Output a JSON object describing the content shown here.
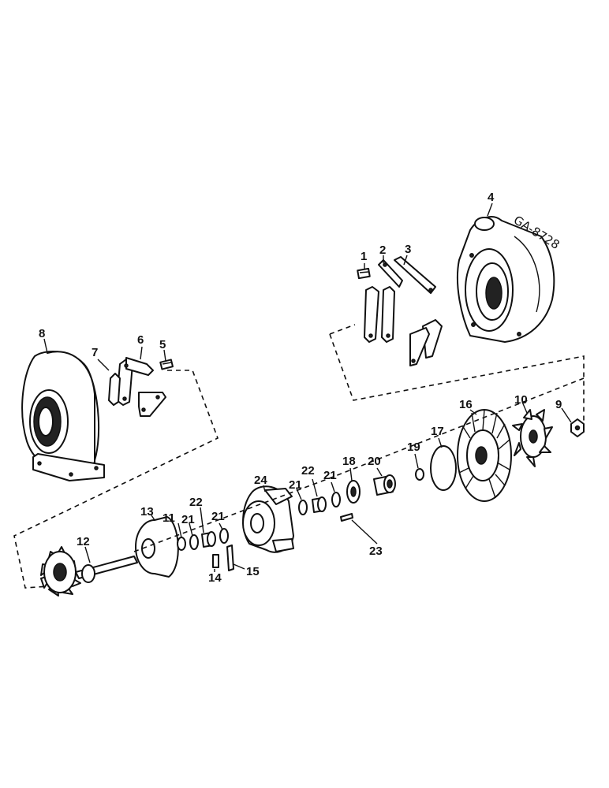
{
  "reference_code": "GA-8728",
  "callouts": {
    "c1": "1",
    "c2": "2",
    "c3": "3",
    "c4": "4",
    "c5": "5",
    "c6": "6",
    "c7": "7",
    "c8": "8",
    "c9": "9",
    "c10": "10",
    "c11": "11",
    "c12": "12",
    "c13": "13",
    "c14": "14",
    "c15": "15",
    "c16": "16",
    "c17": "17",
    "c18": "18",
    "c19": "19",
    "c20": "20",
    "c21a": "21",
    "c21b": "21",
    "c21c": "21",
    "c21d": "21",
    "c22a": "22",
    "c22b": "22",
    "c23": "23",
    "c24": "24"
  }
}
